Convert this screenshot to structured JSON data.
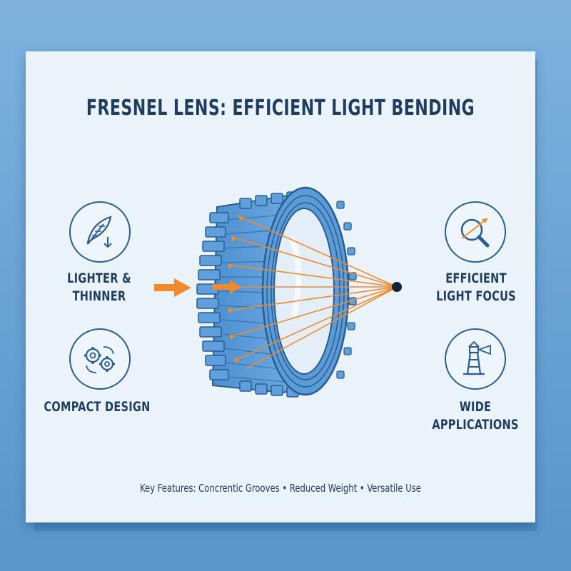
{
  "title": "FRESNEL LENS: EFFICIENT LIGHT BENDING",
  "features": {
    "lighter_label": "LIGHTER & THINNER",
    "compact_label": "COMPACT DESIGN",
    "focus_label": "EFFICIENT LIGHT FOCUS",
    "applications_label": "WIDE APPLICATIONS"
  },
  "footer": "Key Features: Concrentic Grooves • Reduced Weight • Versatile Use",
  "icons": {
    "lighter": "feather-icon",
    "compact": "gears-icon",
    "focus": "magnifier-icon",
    "applications": "lighthouse-icon"
  },
  "colors": {
    "lens_blue": "#5b9bd8",
    "ray_orange": "#f08a2c",
    "title_navy": "#1f3d5e",
    "icon_stroke": "#2a5d8f"
  }
}
